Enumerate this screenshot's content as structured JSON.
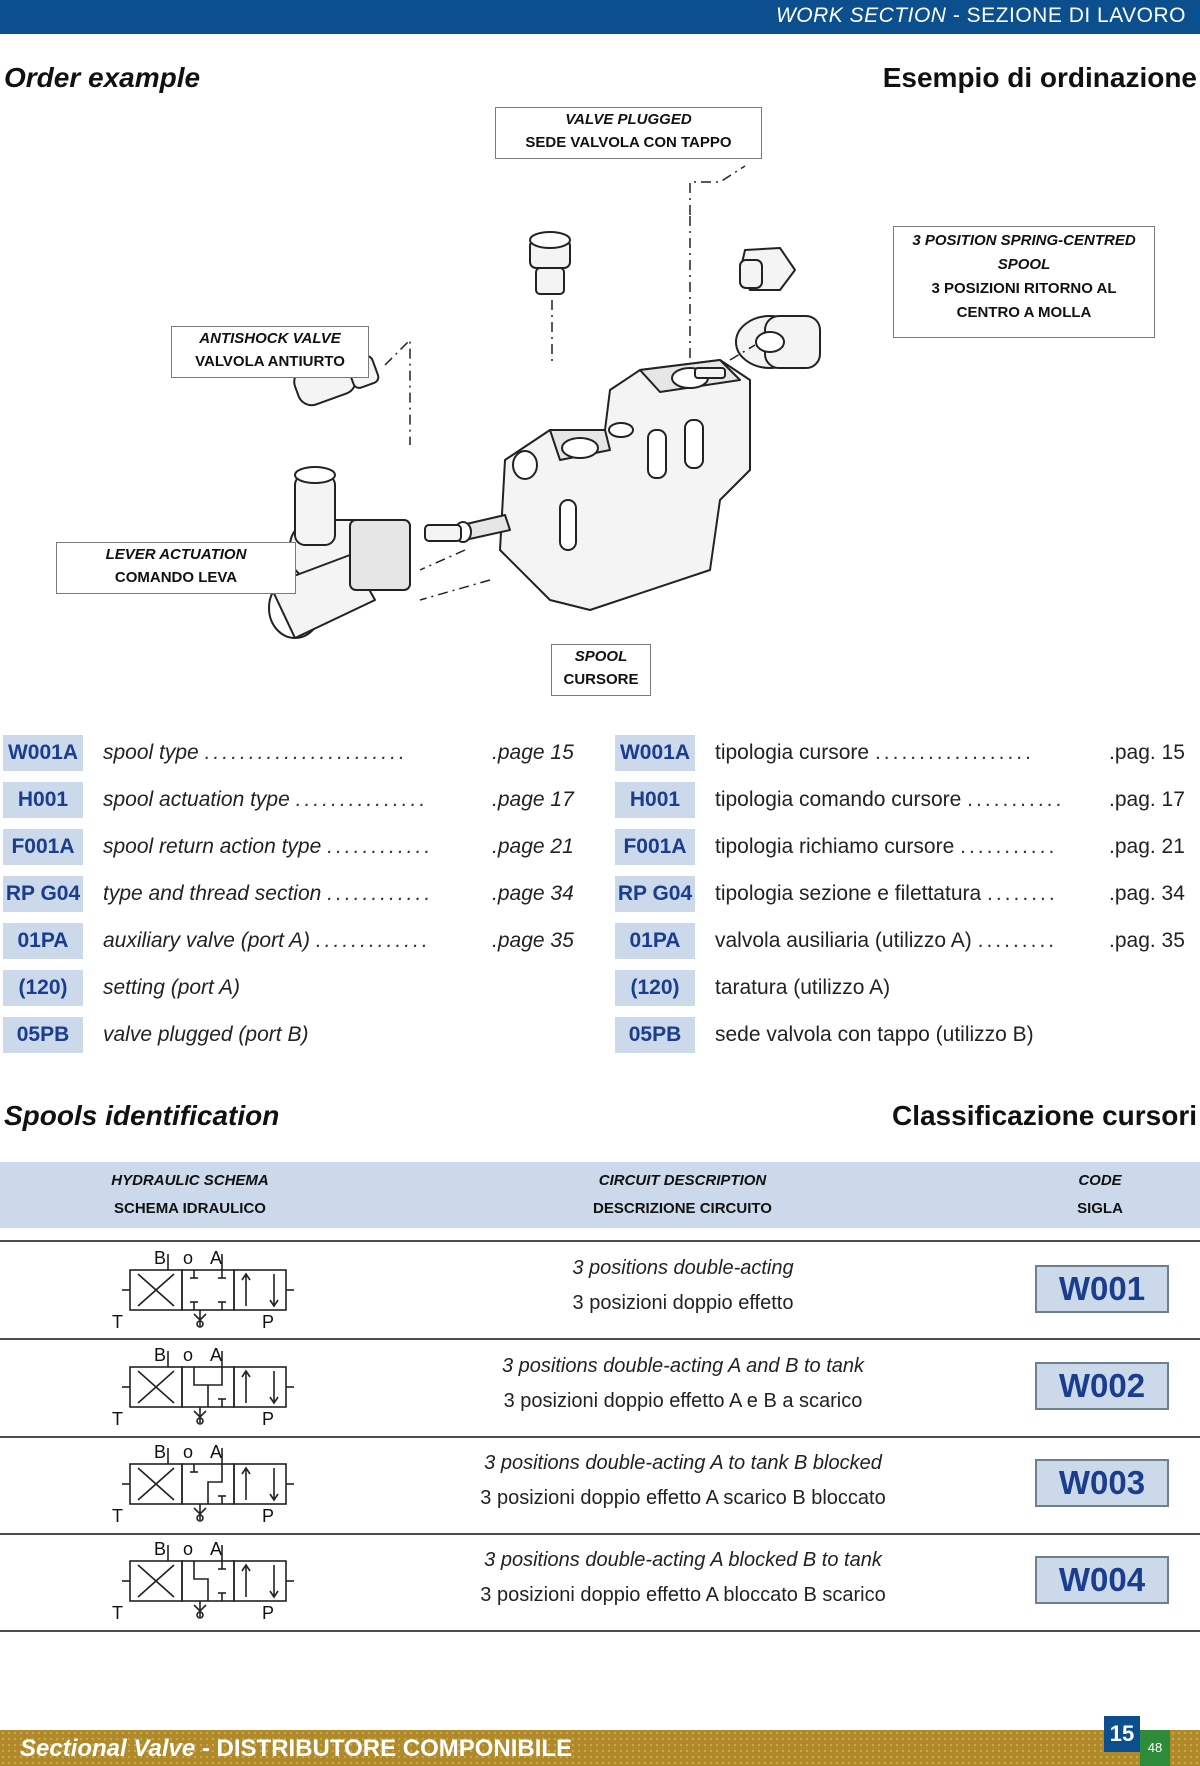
{
  "header": {
    "en": "WORK SECTION",
    "sep": "-",
    "it": "SEZIONE DI LAVORO"
  },
  "order": {
    "title_en": "Order example",
    "title_it": "Esempio di ordinazione"
  },
  "callouts": {
    "valve_plugged": [
      "VALVE PLUGGED",
      "SEDE VALVOLA CON TAPPO"
    ],
    "spring_centred": [
      "3 POSITION SPRING-CENTRED",
      "SPOOL",
      "3 POSIZIONI RITORNO AL",
      "CENTRO A MOLLA"
    ],
    "antishock": [
      "ANTISHOCK VALVE",
      "VALVOLA ANTIURTO"
    ],
    "lever": [
      "LEVER ACTUATION",
      "COMANDO LEVA"
    ],
    "spool": [
      "SPOOL",
      "CURSORE"
    ]
  },
  "order_rows": [
    {
      "code": "W001A",
      "en": "spool type",
      "en_ref": ".page 15",
      "it": "tipologia cursore",
      "it_ref": ".pag. 15"
    },
    {
      "code": "H001",
      "en": "spool actuation type",
      "en_ref": ".page 17",
      "it": "tipologia comando cursore",
      "it_ref": ".pag. 17"
    },
    {
      "code": "F001A",
      "en": "spool return action type",
      "en_ref": ".page 21",
      "it": "tipologia richiamo cursore",
      "it_ref": ".pag. 21"
    },
    {
      "code": "RP G04",
      "en": "type and thread section",
      "en_ref": ".page 34",
      "it": "tipologia sezione e filettatura",
      "it_ref": ".pag. 34"
    },
    {
      "code": "01PA",
      "en": "auxiliary valve (port A)",
      "en_ref": ".page 35",
      "it": "valvola ausiliaria (utilizzo A)",
      "it_ref": ".pag. 35"
    },
    {
      "code": "(120)",
      "en": "setting (port A)",
      "en_ref": "",
      "it": "taratura (utilizzo A)",
      "it_ref": ""
    },
    {
      "code": "05PB",
      "en": "valve plugged (port B)",
      "en_ref": "",
      "it": "sede valvola con tappo (utilizzo B)",
      "it_ref": ""
    }
  ],
  "spools": {
    "title_en": "Spools identification",
    "title_it": "Classificazione cursori"
  },
  "table_head": {
    "schema": [
      "HYDRAULIC SCHEMA",
      "SCHEMA IDRAULICO"
    ],
    "desc": [
      "CIRCUIT DESCRIPTION",
      "DESCRIZIONE CIRCUITO"
    ],
    "code": [
      "CODE",
      "SIGLA"
    ]
  },
  "schema_labels": {
    "b": "B",
    "o": "o",
    "a": "A",
    "t": "T",
    "p": "P"
  },
  "spool_rows": [
    {
      "en": "3 positions double-acting",
      "it": "3 posizioni doppio effetto",
      "code": "W001"
    },
    {
      "en": "3 positions double-acting A and B to tank",
      "it": "3 posizioni doppio effetto A e B a scarico",
      "code": "W002"
    },
    {
      "en": "3 positions double-acting A to tank B blocked",
      "it": "3 posizioni doppio effetto A scarico B bloccato",
      "code": "W003"
    },
    {
      "en": "3 positions double-acting A blocked B to tank",
      "it": "3 posizioni doppio effetto A bloccato B scarico",
      "code": "W004"
    }
  ],
  "footer": {
    "en": "Sectional Valve",
    "sep": " - ",
    "it": "DISTRIBUTORE COMPONIBILE",
    "page": "15",
    "sub": "48"
  }
}
